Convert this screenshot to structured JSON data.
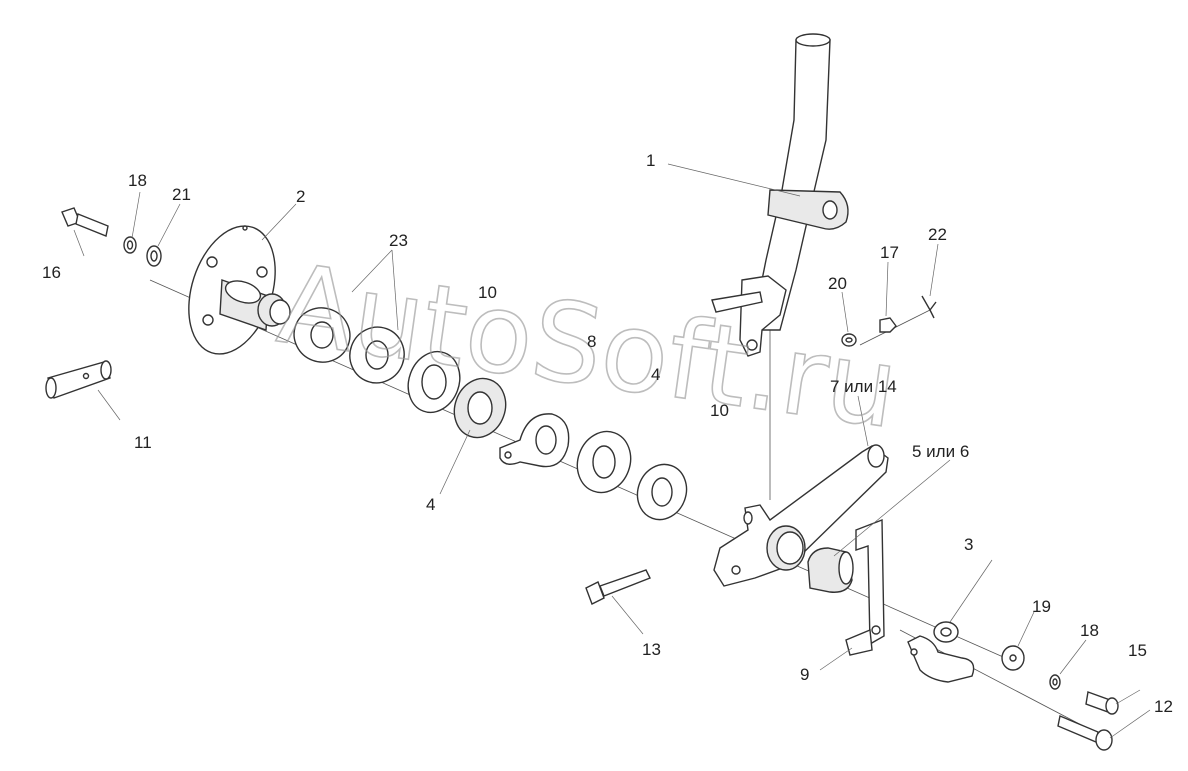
{
  "watermark": "AutoSoft.ru",
  "labels": {
    "l1": "1",
    "l2": "2",
    "l3": "3",
    "l4a": "4",
    "l4b": "4",
    "l5": "5 или 6",
    "l7": "7 или 14",
    "l8": "8",
    "l9": "9",
    "l10a": "10",
    "l10b": "10",
    "l11": "11",
    "l12": "12",
    "l13": "13",
    "l15": "15",
    "l16": "16",
    "l17": "17",
    "l18a": "18",
    "l18b": "18",
    "l19": "19",
    "l20": "20",
    "l21": "21",
    "l22": "22",
    "l23": "23"
  }
}
